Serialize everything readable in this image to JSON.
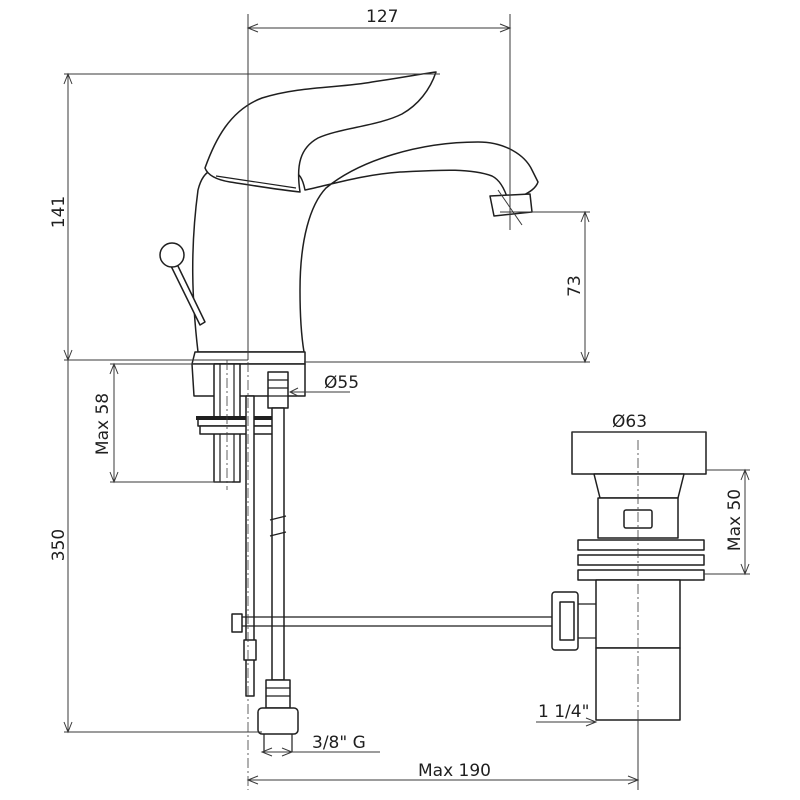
{
  "dimensions": {
    "overall_width": "127",
    "faucet_height": "141",
    "spout_height": "73",
    "base_diameter": "Ø55",
    "shank_max": "Max 58",
    "total_height": "350",
    "waste_diameter": "Ø63",
    "waste_max": "Max 50",
    "waste_thread": "1 1/4\"",
    "hose_thread": "3/8\" G",
    "max_depth": "Max 190"
  },
  "colors": {
    "line": "#1f1f1f",
    "background": "#ffffff"
  }
}
